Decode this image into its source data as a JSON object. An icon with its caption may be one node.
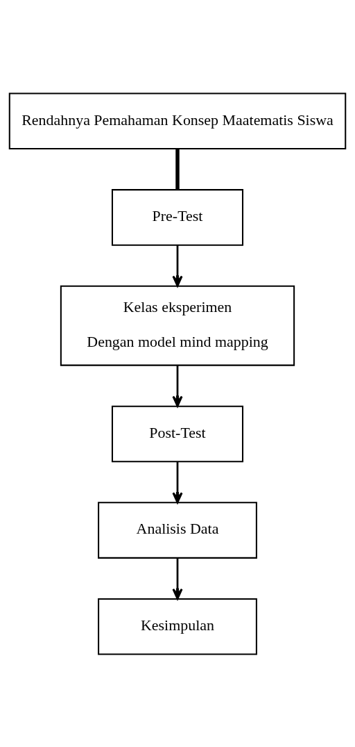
{
  "diagram": {
    "nodes": [
      {
        "text": [
          "Rendahnya Pemahaman Konsep Maatematis Siswa"
        ]
      },
      {
        "text": [
          "Pre-Test"
        ]
      },
      {
        "text": [
          "Kelas eksperimen",
          "Dengan model mind mapping"
        ]
      },
      {
        "text": [
          "Post-Test"
        ]
      },
      {
        "text": [
          "Analisis Data"
        ]
      },
      {
        "text": [
          "Kesimpulan"
        ]
      }
    ],
    "edges": [
      {
        "from": 0,
        "to": 1,
        "arrow": "none",
        "style": "thick"
      },
      {
        "from": 1,
        "to": 2,
        "arrow": "to"
      },
      {
        "from": 2,
        "to": 3,
        "arrow": "to"
      },
      {
        "from": 3,
        "to": 4,
        "arrow": "to"
      },
      {
        "from": 4,
        "to": 5,
        "arrow": "to"
      }
    ]
  }
}
